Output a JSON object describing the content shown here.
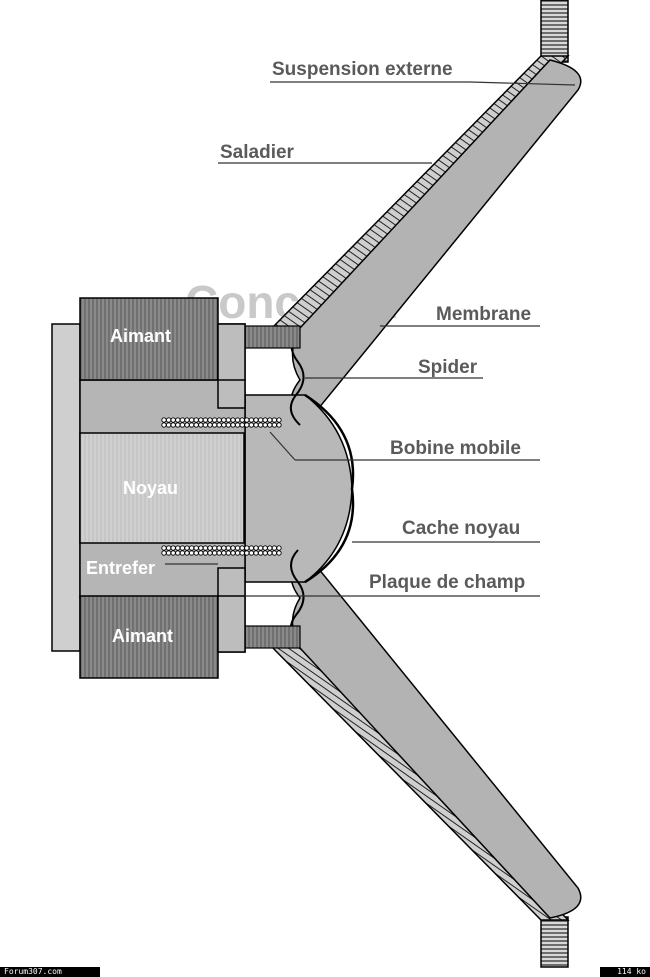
{
  "labels": {
    "suspension_externe": "Suspension externe",
    "saladier": "Saladier",
    "membrane": "Membrane",
    "spider": "Spider",
    "bobine_mobile": "Bobine mobile",
    "cache_noyau": "Cache noyau",
    "plaque_de_champ": "Plaque de champ",
    "aimant_top": "Aimant",
    "aimant_bottom": "Aimant",
    "noyau": "Noyau",
    "entrefer": "Entrefer"
  },
  "watermark": "ConceptZ",
  "footer": {
    "left": "Forum307.com",
    "right": "114 ko"
  },
  "colors": {
    "magnet": "#7b7b7b",
    "core": "#cfcfcf",
    "plate": "#bdbdbd",
    "cone": "#b3b3b3",
    "outline": "#000000",
    "callout_text": "#5a5a5a"
  }
}
